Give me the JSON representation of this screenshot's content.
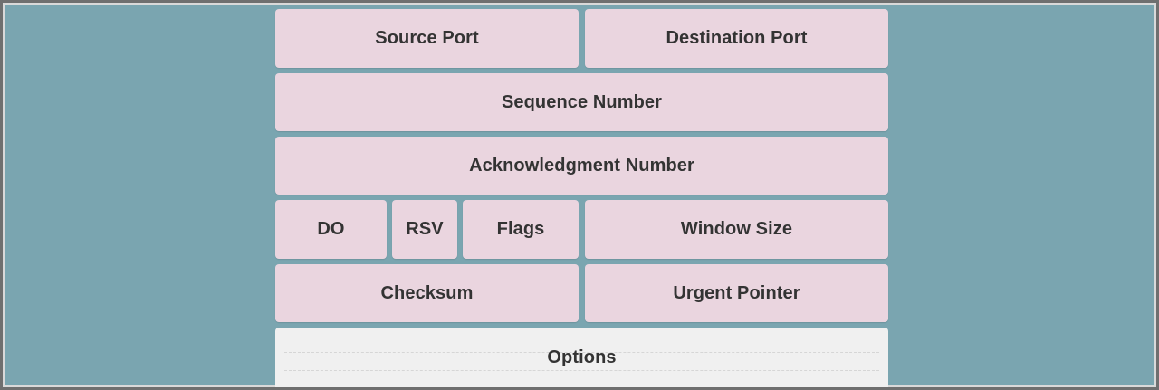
{
  "diagram": {
    "rows": [
      [
        {
          "id": "source-port",
          "label": "Source Port"
        },
        {
          "id": "destination-port",
          "label": "Destination Port"
        }
      ],
      [
        {
          "id": "sequence-number",
          "label": "Sequence Number"
        }
      ],
      [
        {
          "id": "acknowledgment-number",
          "label": "Acknowledgment Number"
        }
      ],
      [
        {
          "id": "do",
          "label": "DO"
        },
        {
          "id": "rsv",
          "label": "RSV"
        },
        {
          "id": "flags",
          "label": "Flags"
        },
        {
          "id": "window-size",
          "label": "Window Size"
        }
      ],
      [
        {
          "id": "checksum",
          "label": "Checksum"
        },
        {
          "id": "urgent-pointer",
          "label": "Urgent Pointer"
        }
      ],
      [
        {
          "id": "options",
          "label": "Options"
        }
      ]
    ]
  },
  "colors": {
    "background": "#7aa5b0",
    "field_fill": "#ead5df",
    "options_fill": "#f0f0f0",
    "text": "#333333"
  }
}
